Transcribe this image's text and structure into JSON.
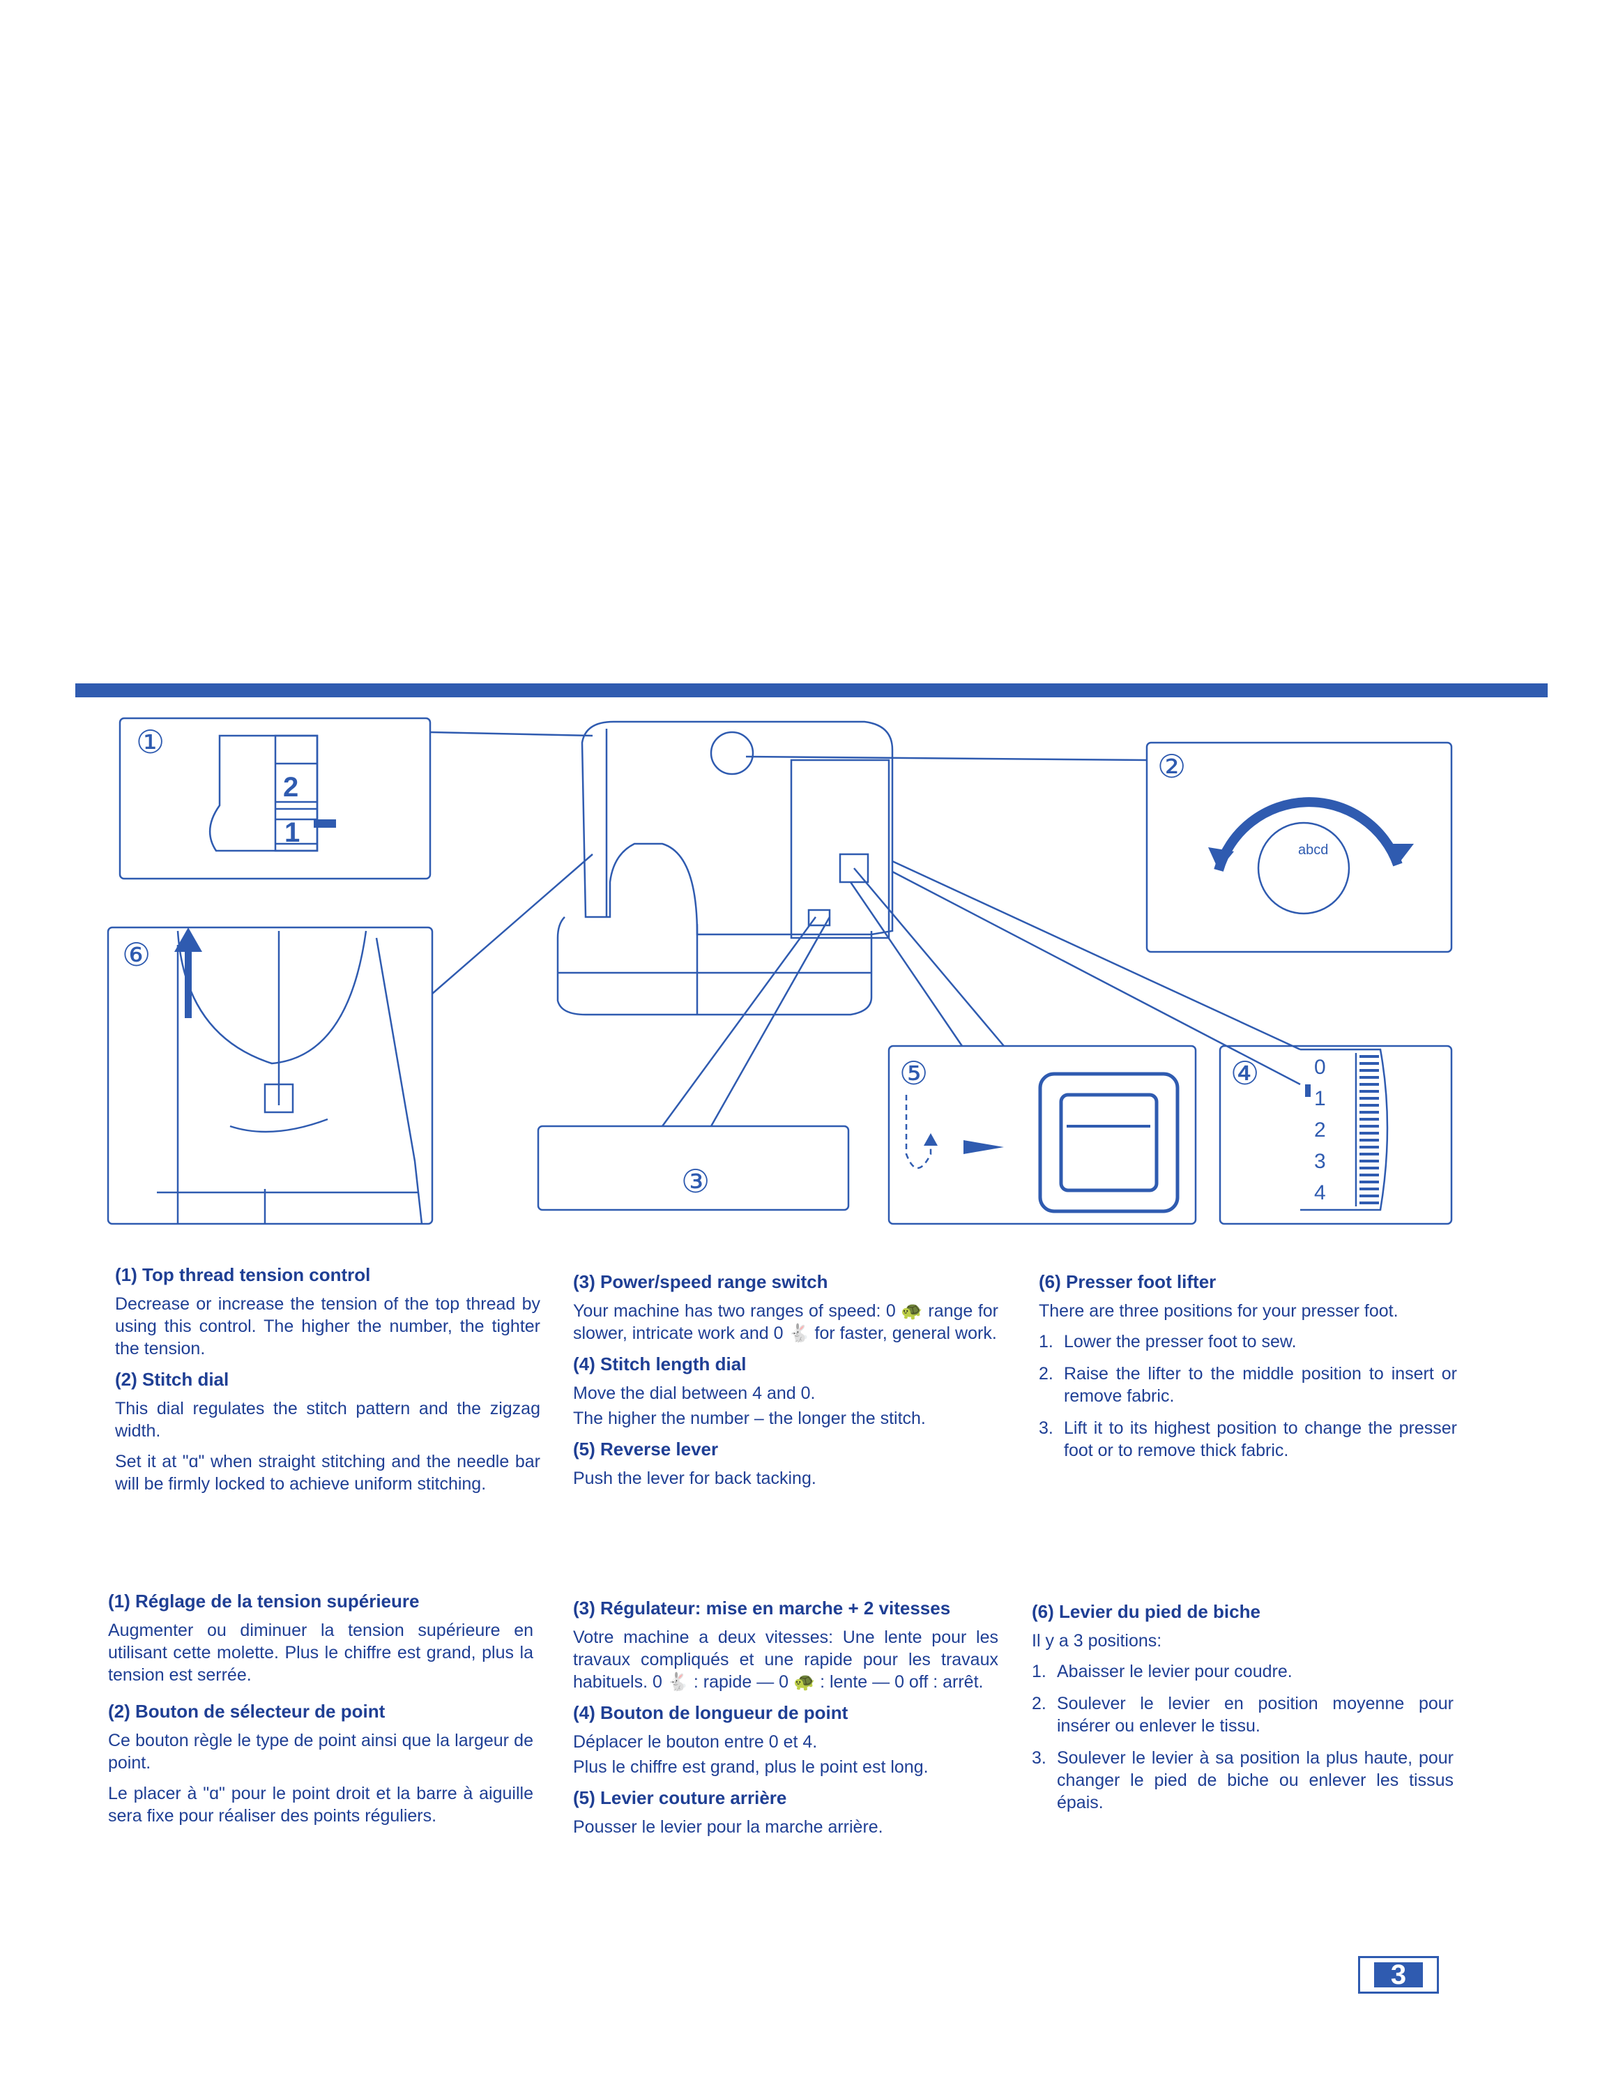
{
  "diagram": {
    "callouts": [
      "①",
      "②",
      "③",
      "④",
      "⑤",
      "⑥"
    ],
    "tension_numbers": [
      "2",
      "1"
    ],
    "dial_letters": "abcd",
    "length_numbers": [
      "0",
      "1",
      "2",
      "3",
      "4"
    ]
  },
  "english": {
    "col1": {
      "h1": "(1) Top thread tension control",
      "p1": "Decrease or increase the tension of the top thread by using this control. The higher the number, the tighter the tension.",
      "h2": "(2) Stitch dial",
      "p2": "This dial regulates the stitch pattern and the zigzag width.",
      "p3": "Set it at \"ɑ\" when straight stitching and the needle bar will be firmly locked to achieve uniform stitching."
    },
    "col2": {
      "h3": "(3) Power/speed range switch",
      "p3": "Your machine has two ranges of speed: 0 🐢 range for slower, intricate work and 0 🐇 for faster, general work.",
      "h4": "(4) Stitch length dial",
      "p4a": "Move the dial between 4 and 0.",
      "p4b": "The higher the number – the longer the stitch.",
      "h5": "(5) Reverse lever",
      "p5": "Push the lever for back tacking."
    },
    "col3": {
      "h6": "(6) Presser foot lifter",
      "p6": "There are three positions for your presser foot.",
      "items": [
        {
          "n": "1.",
          "t": "Lower the presser foot to sew."
        },
        {
          "n": "2.",
          "t": "Raise the lifter to the middle position to insert or remove fabric."
        },
        {
          "n": "3.",
          "t": "Lift it to its highest position to change the presser foot or to remove thick fabric."
        }
      ]
    }
  },
  "french": {
    "col1": {
      "h1": "(1) Réglage de la tension supérieure",
      "p1": "Augmenter ou diminuer la tension supérieure en utilisant cette molette. Plus le chiffre est grand, plus la tension est serrée.",
      "h2": "(2) Bouton de sélecteur de point",
      "p2": "Ce bouton règle le type de point ainsi que la largeur de point.",
      "p3": "Le placer à \"ɑ\" pour le point droit et la barre à aiguille sera fixe pour réaliser des points réguliers."
    },
    "col2": {
      "h3": "(3) Régulateur: mise en marche + 2 vitesses",
      "p3": "Votre machine a deux vitesses: Une lente pour les travaux compliqués et une rapide pour les travaux habituels. 0 🐇 : rapide — 0 🐢 : lente — 0 off : arrêt.",
      "h4": "(4) Bouton de longueur de point",
      "p4a": "Déplacer le bouton entre 0 et 4.",
      "p4b": "Plus le chiffre est grand, plus le point est long.",
      "h5": "(5) Levier couture arrière",
      "p5": "Pousser le levier pour la marche arrière."
    },
    "col3": {
      "h6": "(6) Levier du pied de biche",
      "p6": "Il y a 3 positions:",
      "items": [
        {
          "n": "1.",
          "t": "Abaisser le levier pour coudre."
        },
        {
          "n": "2.",
          "t": "Soulever le levier en position moyenne pour insérer ou enlever le tissu."
        },
        {
          "n": "3.",
          "t": "Soulever le levier à sa position la plus haute, pour changer le pied de biche ou enlever les tissus épais."
        }
      ]
    }
  },
  "page_number": "3"
}
